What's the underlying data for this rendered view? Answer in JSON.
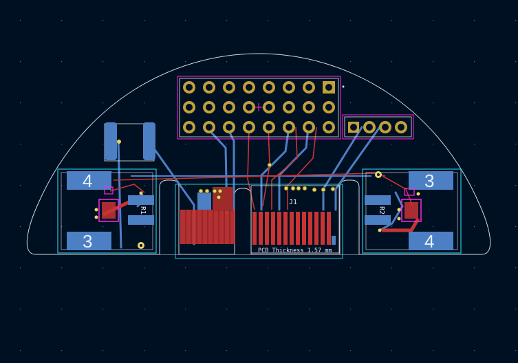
{
  "colors": {
    "background": "#001023",
    "edge_cuts": "#cfd6df",
    "front_copper": "#c83434",
    "back_copper": "#4d7fc4",
    "courtyard": "#26c6da",
    "fab": "#ff26e2",
    "pad_gold": "#c2a13a",
    "silkscreen": "#e8e8e8"
  },
  "board": {
    "thickness_label": "PCB Thickness 1.57 mm"
  },
  "left_module": {
    "pad_top_label": "4",
    "pad_bottom_label": "3",
    "ref_label": "R1"
  },
  "right_module": {
    "pad_top_label": "3",
    "pad_bottom_label": "4",
    "ref_label": "R2"
  },
  "center": {
    "ref_label": "J1"
  },
  "header_2x8": {
    "rows": 3,
    "cols": 8
  },
  "header_1x4": {
    "pins": 4
  }
}
